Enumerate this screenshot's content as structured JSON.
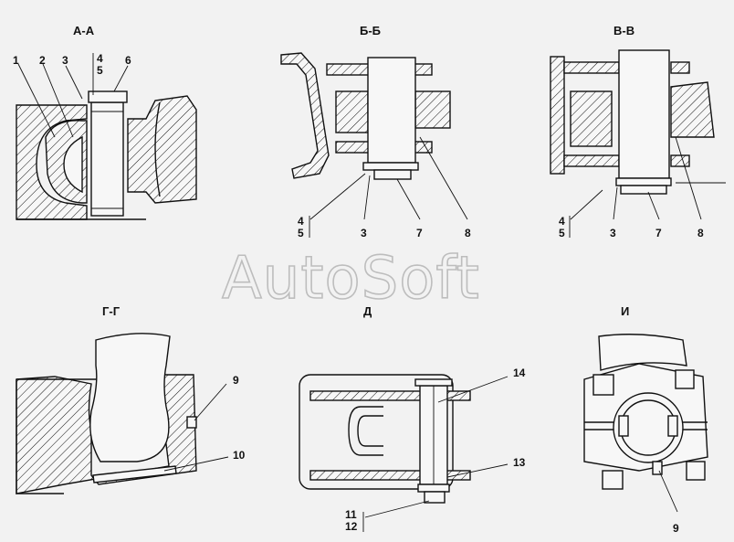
{
  "watermark": "AutoSoft",
  "views": [
    {
      "id": "aa",
      "title": "А-А",
      "labels": [
        "1",
        "2",
        "3",
        "4",
        "5",
        "6"
      ]
    },
    {
      "id": "bb",
      "title": "Б-Б",
      "labels": [
        "4",
        "5",
        "3",
        "7",
        "8"
      ]
    },
    {
      "id": "vv",
      "title": "В-В",
      "labels": [
        "4",
        "5",
        "3",
        "7",
        "8"
      ]
    },
    {
      "id": "gg",
      "title": "Г-Г",
      "labels": [
        "9",
        "10"
      ]
    },
    {
      "id": "d",
      "title": "Д",
      "labels": [
        "14",
        "13",
        "11",
        "12"
      ]
    },
    {
      "id": "i",
      "title": "И",
      "labels": [
        "9"
      ]
    }
  ]
}
